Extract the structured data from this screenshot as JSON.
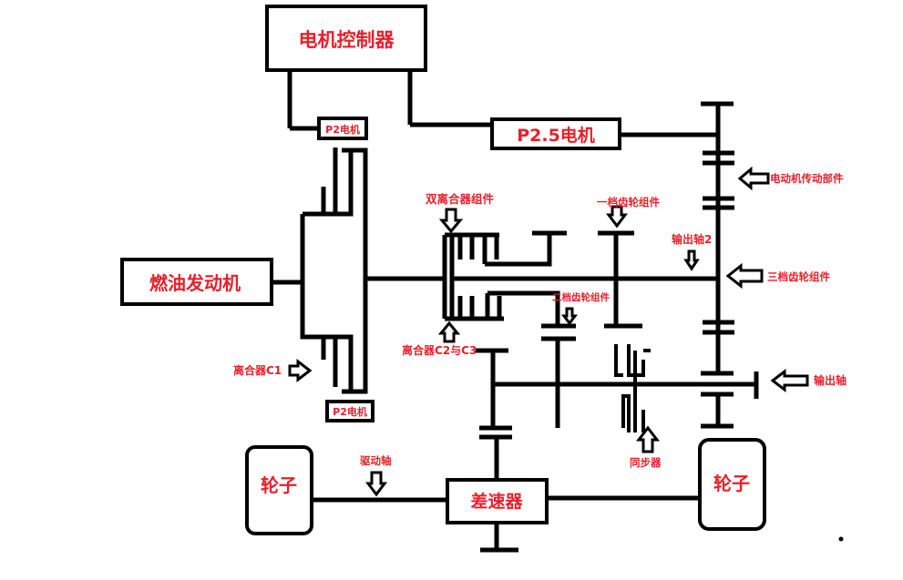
{
  "colors": {
    "label": "#e8202a",
    "line": "#000000",
    "background": "#ffffff"
  },
  "components": {
    "motor_controller": "电机控制器",
    "p25_motor": "P2.5电机",
    "p2_motor_top": "P2电机",
    "p2_motor_bottom": "P2电机",
    "engine": "燃油发动机",
    "differential": "差速器",
    "wheel_left": "轮子",
    "wheel_right": "轮子"
  },
  "callouts": {
    "motor_drive_parts": "电动机传动部件",
    "dual_clutch": "双离合器组件",
    "first_gear": "一档齿轮组件",
    "output_shaft_2": "输出轴2",
    "third_gear": "三档齿轮组件",
    "second_gear": "二档齿轮组件",
    "clutch_c2_c3": "离合器C2与C3",
    "clutch_c1": "离合器C1",
    "output_shaft": "输出轴",
    "synchronizer": "同步器",
    "drive_shaft": "驱动轴"
  }
}
